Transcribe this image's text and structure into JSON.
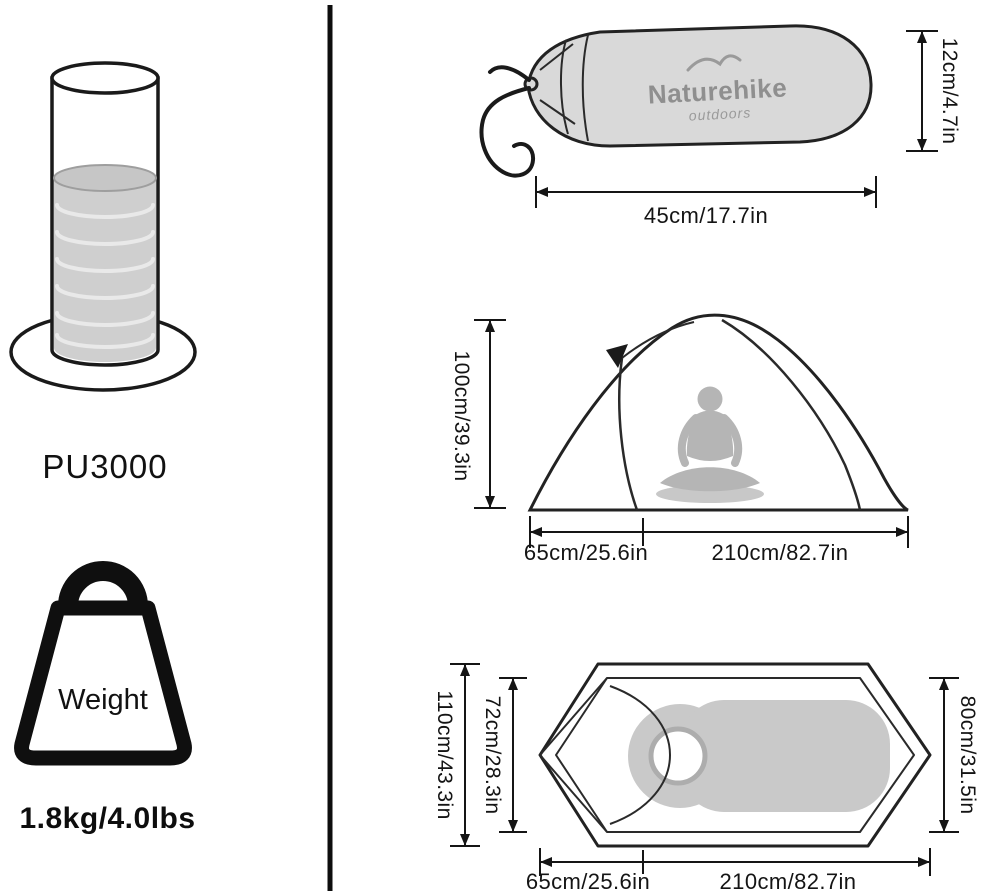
{
  "left_panel": {
    "waterproof_label": "PU3000",
    "weight_icon_label": "Weight",
    "weight_value": "1.8kg/4.0lbs"
  },
  "right_panel": {
    "carry_bag": {
      "brand": "Naturehike",
      "brand_sub": "outdoors",
      "height_dim": "12cm/4.7in",
      "length_dim": "45cm/17.7in"
    },
    "side_view": {
      "height_dim": "100cm/39.3in",
      "vestibule_dim": "65cm/25.6in",
      "length_dim": "210cm/82.7in"
    },
    "top_view": {
      "outer_width_dim": "110cm/43.3in",
      "inner_width_dim": "72cm/28.3in",
      "foot_width_dim": "80cm/31.5in",
      "vestibule_dim": "65cm/25.6in",
      "length_dim": "210cm/82.7in"
    }
  },
  "colors": {
    "line": "#1a1a1a",
    "bag_fill": "#d9d9d9",
    "pad_fill": "#c9c9c9",
    "logo_gray": "#8f8f8f"
  }
}
